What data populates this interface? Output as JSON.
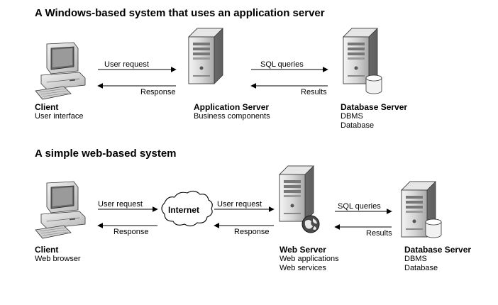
{
  "diagram1": {
    "title": "A Windows-based system that uses an application server",
    "client": {
      "name": "Client",
      "desc": [
        "User interface"
      ]
    },
    "app_server": {
      "name": "Application Server",
      "desc": [
        "Business components"
      ]
    },
    "db_server": {
      "name": "Database Server",
      "desc": [
        "DBMS",
        "Database"
      ]
    },
    "arrows": {
      "user_request": "User request",
      "response": "Response",
      "sql_queries": "SQL queries",
      "results": "Results"
    }
  },
  "diagram2": {
    "title": "A simple web-based system",
    "client": {
      "name": "Client",
      "desc": [
        "Web browser"
      ]
    },
    "internet": "Internet",
    "web_server": {
      "name": "Web Server",
      "desc": [
        "Web applications",
        "Web services"
      ]
    },
    "db_server": {
      "name": "Database Server",
      "desc": [
        "DBMS",
        "Database"
      ]
    },
    "arrows": {
      "user_request_1": "User request",
      "response_1": "Response",
      "user_request_2": "User request",
      "response_2": "Response",
      "sql_queries": "SQL queries",
      "results": "Results"
    }
  }
}
